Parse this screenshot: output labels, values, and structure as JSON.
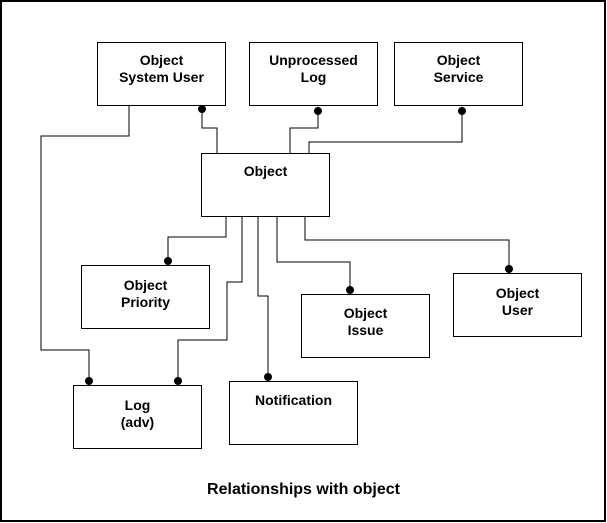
{
  "diagram": {
    "caption": "Relationships with object",
    "entities": {
      "object_system_user": [
        "Object",
        "System User"
      ],
      "unprocessed_log": [
        "Unprocessed",
        "Log"
      ],
      "object_service": [
        "Object",
        "Service"
      ],
      "object": [
        "Object"
      ],
      "object_priority": [
        "Object",
        "Priority"
      ],
      "object_issue": [
        "Object",
        "Issue"
      ],
      "object_user": [
        "Object",
        "User"
      ],
      "log_adv": [
        "Log",
        "(adv)"
      ],
      "notification": [
        "Notification"
      ]
    }
  }
}
